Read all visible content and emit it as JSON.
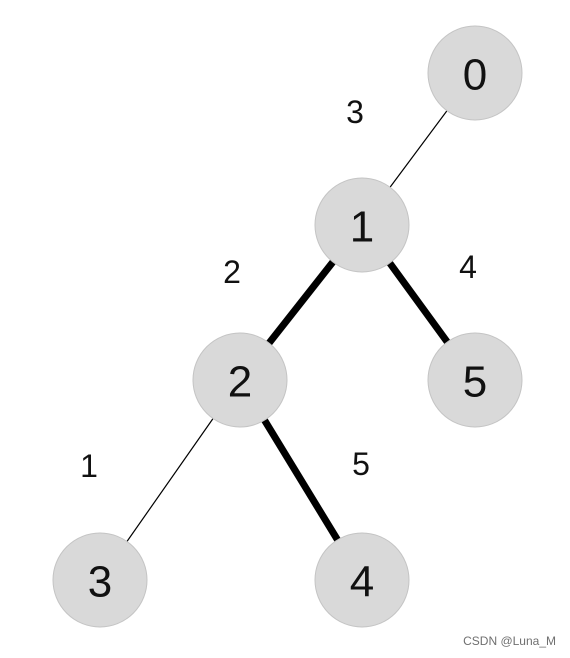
{
  "tree": {
    "nodes": [
      {
        "id": "0",
        "label": "0"
      },
      {
        "id": "1",
        "label": "1"
      },
      {
        "id": "2",
        "label": "2"
      },
      {
        "id": "3",
        "label": "3"
      },
      {
        "id": "4",
        "label": "4"
      },
      {
        "id": "5",
        "label": "5"
      }
    ],
    "edges": [
      {
        "from": "0",
        "to": "1",
        "weight": "3",
        "style": "thin"
      },
      {
        "from": "1",
        "to": "2",
        "weight": "2",
        "style": "thick"
      },
      {
        "from": "1",
        "to": "5",
        "weight": "4",
        "style": "thick"
      },
      {
        "from": "2",
        "to": "3",
        "weight": "1",
        "style": "thin"
      },
      {
        "from": "2",
        "to": "4",
        "weight": "5",
        "style": "thick"
      }
    ]
  },
  "colors": {
    "node_fill": "#d9d9d9",
    "node_stroke": "#c4c4c4",
    "edge": "#000000",
    "text": "#111111"
  },
  "watermark": "CSDN @Luna_M"
}
